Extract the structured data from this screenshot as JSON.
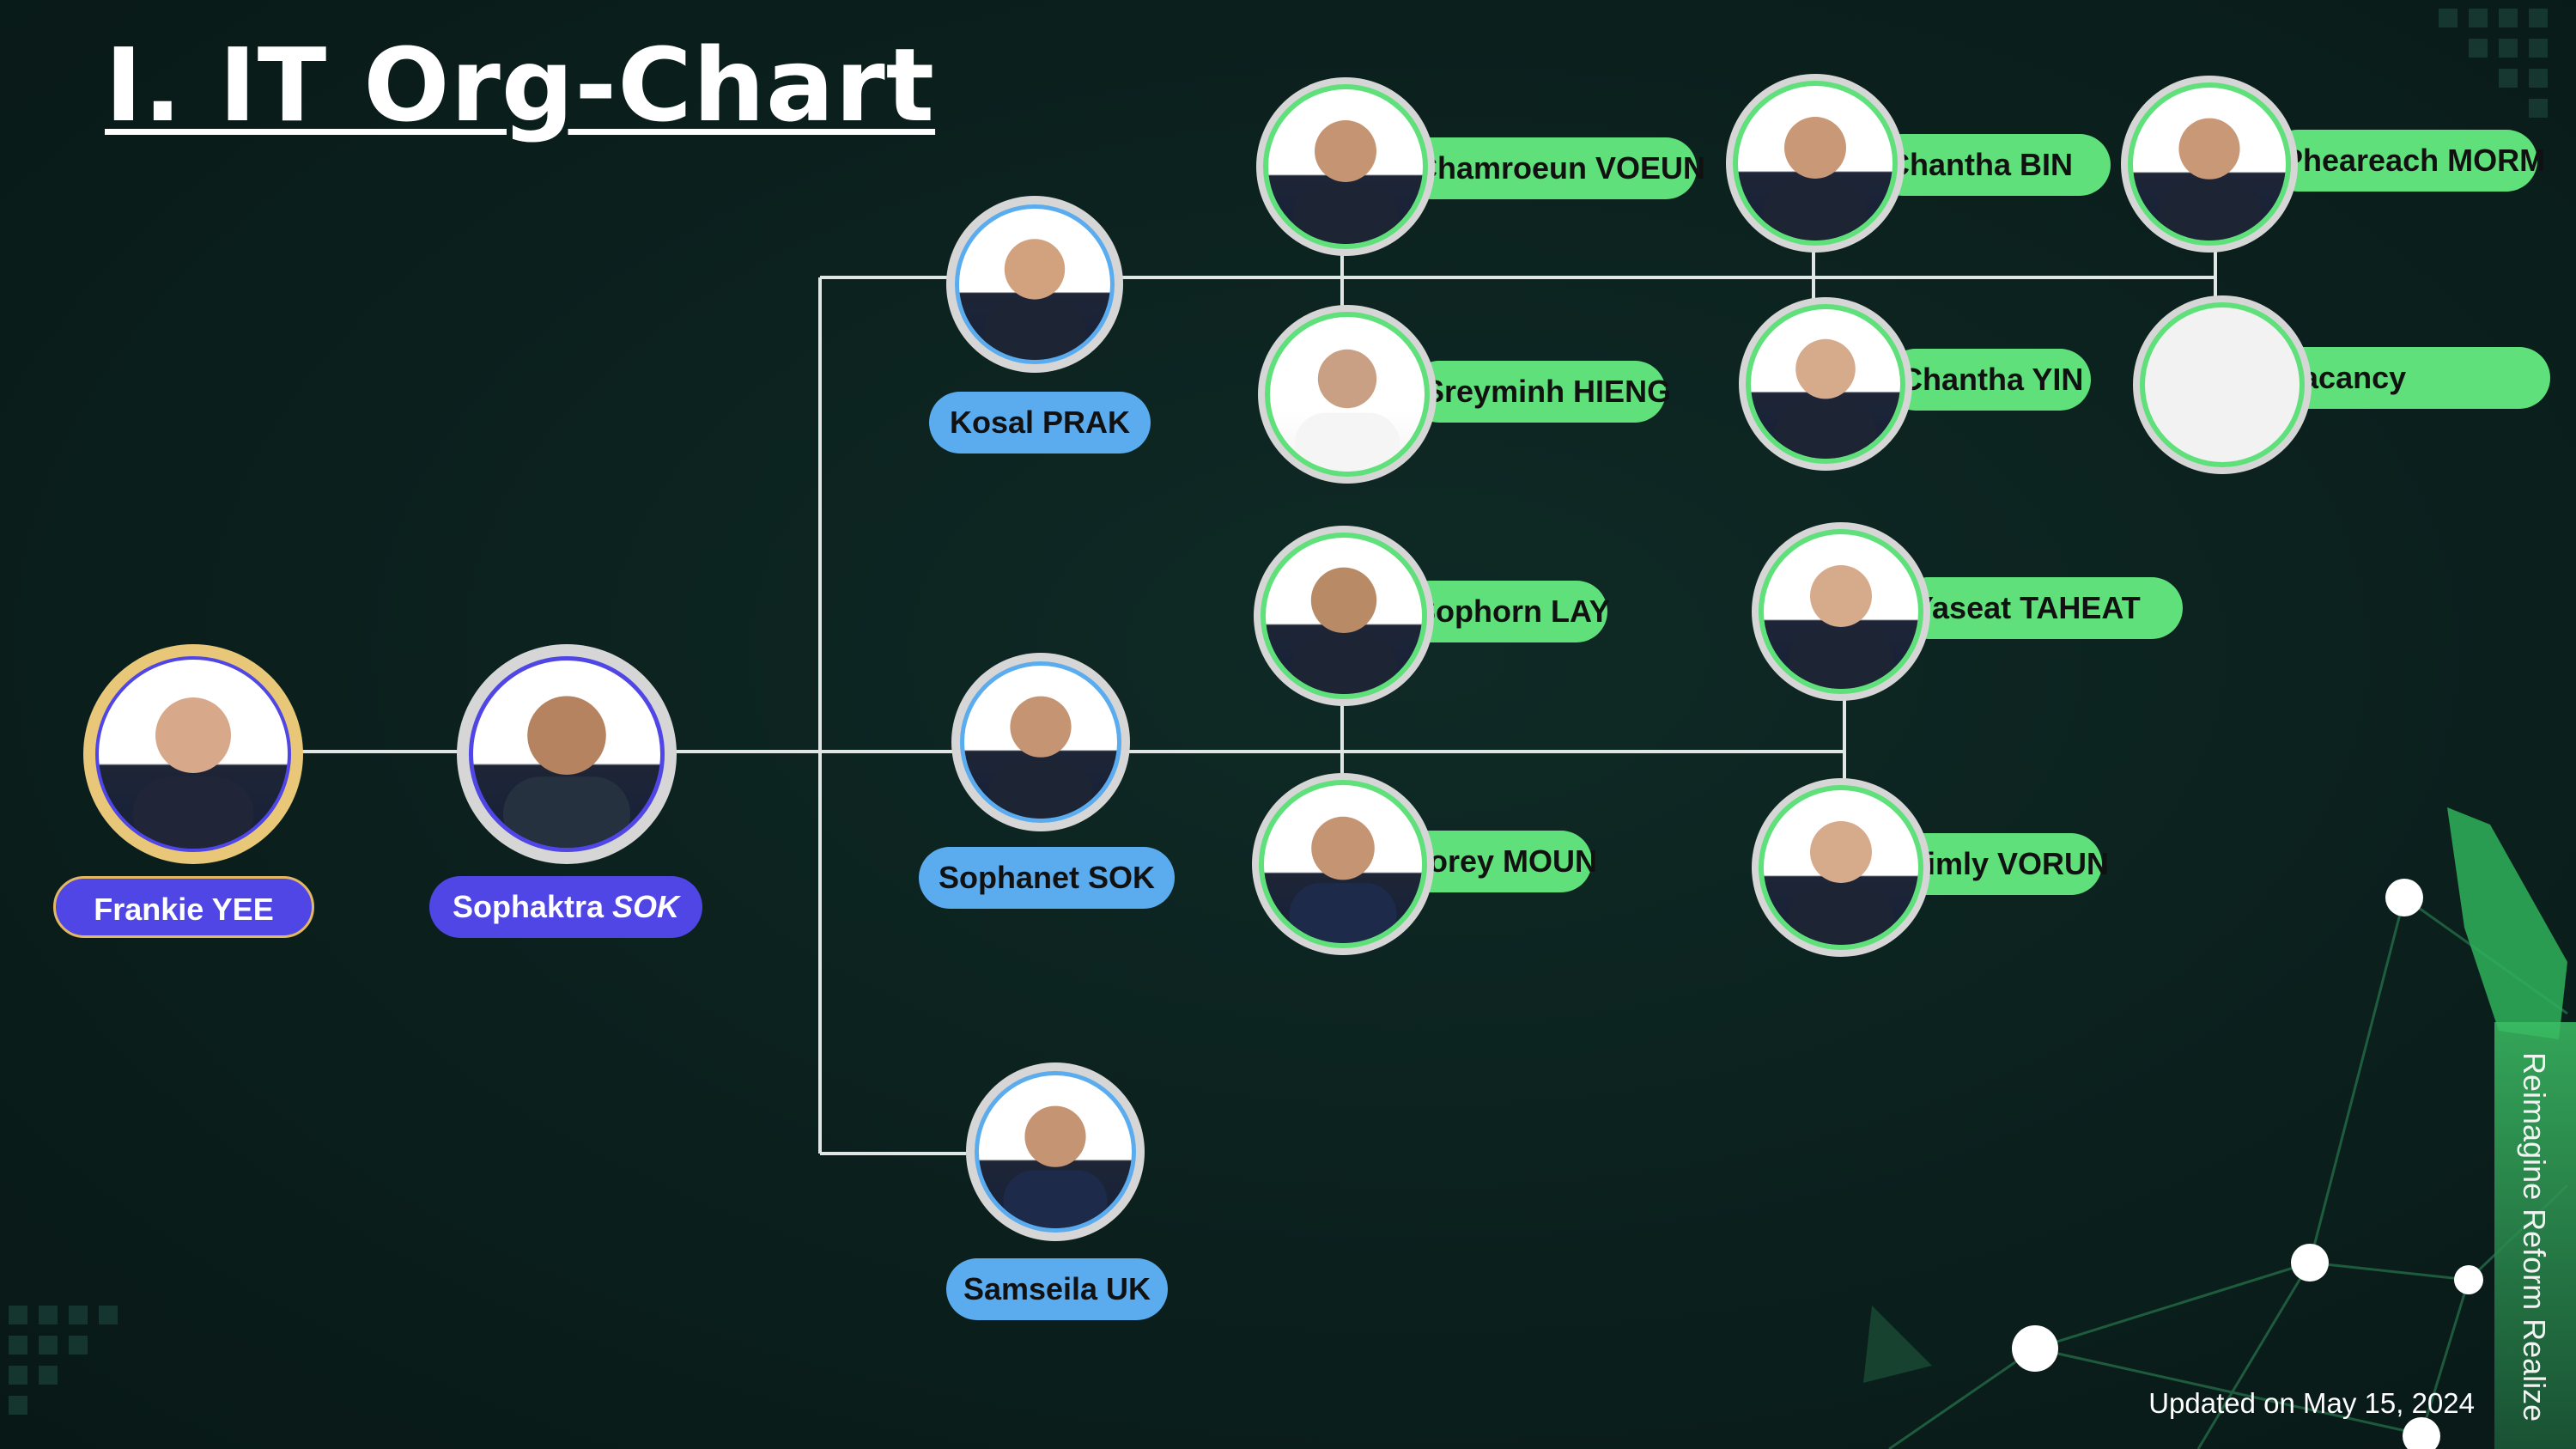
{
  "title": "I. IT Org-Chart",
  "footer": "Updated on May 15, 2024",
  "slogan": "Reimagine Reform Realize",
  "colors": {
    "background": "#0b201d",
    "green_pill": "#5fe07b",
    "blue_pill": "#5aacef",
    "purple_pill": "#4f46e5",
    "line": "#dfe6e4",
    "gold": "#e2b864"
  },
  "people": {
    "frankie": {
      "name": "Frankie YEE"
    },
    "sophaktra": {
      "first": "Sophaktra",
      "last": "SOK"
    },
    "kosal": {
      "name": "Kosal PRAK"
    },
    "sophanet": {
      "name": "Sophanet SOK"
    },
    "samseila": {
      "name": "Samseila UK"
    },
    "chamroeun": {
      "name": "Chamroeun  VOEUN"
    },
    "chantha_bin": {
      "name": "Chantha BIN"
    },
    "phearach": {
      "name": "Pheareach MORM"
    },
    "sreyminh": {
      "name": "Sreyminh HIENG"
    },
    "chantha_yin": {
      "name": "Chantha YIN"
    },
    "vacancy": {
      "name": "Vacancy"
    },
    "sophorn": {
      "name": "Sophorn LAY"
    },
    "yaseat": {
      "name": "Yaseat TAHEAT"
    },
    "borey": {
      "name": "Borey MOUN"
    },
    "kimly": {
      "name": "Kimly VORUN"
    }
  }
}
